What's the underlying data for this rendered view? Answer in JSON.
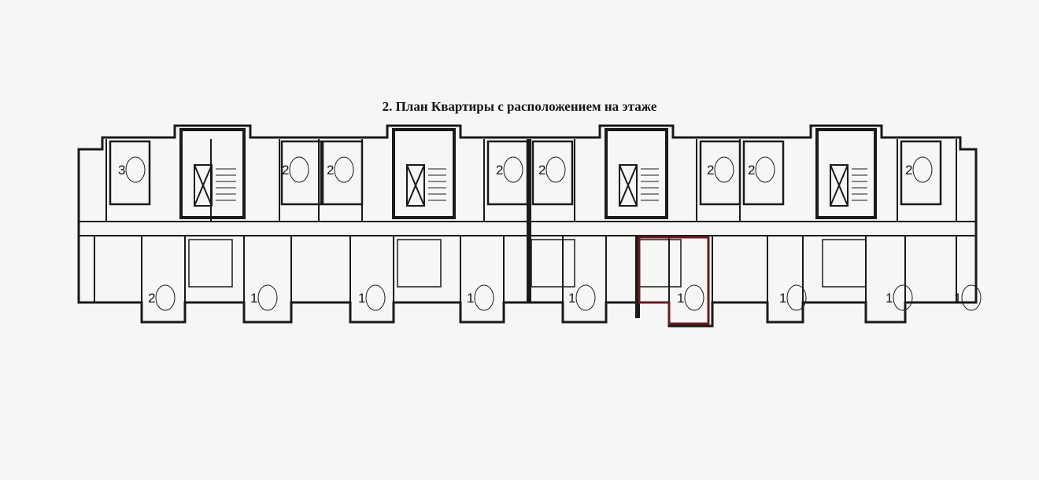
{
  "title": "2. План Квартиры с расположением на этаже",
  "colors": {
    "wall": "#1a1a1a",
    "highlight": "#6b1a22",
    "paper": "#f6f6f4"
  },
  "top_units": [
    {
      "rooms": "3"
    },
    {
      "rooms": "2"
    },
    {
      "rooms": "2"
    },
    {
      "rooms": "2"
    },
    {
      "rooms": "2"
    },
    {
      "rooms": "2"
    },
    {
      "rooms": "2"
    },
    {
      "rooms": "2"
    }
  ],
  "bottom_units": [
    {
      "rooms": "2"
    },
    {
      "rooms": "1"
    },
    {
      "rooms": "1"
    },
    {
      "rooms": "1"
    },
    {
      "rooms": "1"
    },
    {
      "rooms": "1",
      "highlighted": true
    },
    {
      "rooms": "1"
    },
    {
      "rooms": "1"
    },
    {
      "rooms": "1"
    }
  ]
}
